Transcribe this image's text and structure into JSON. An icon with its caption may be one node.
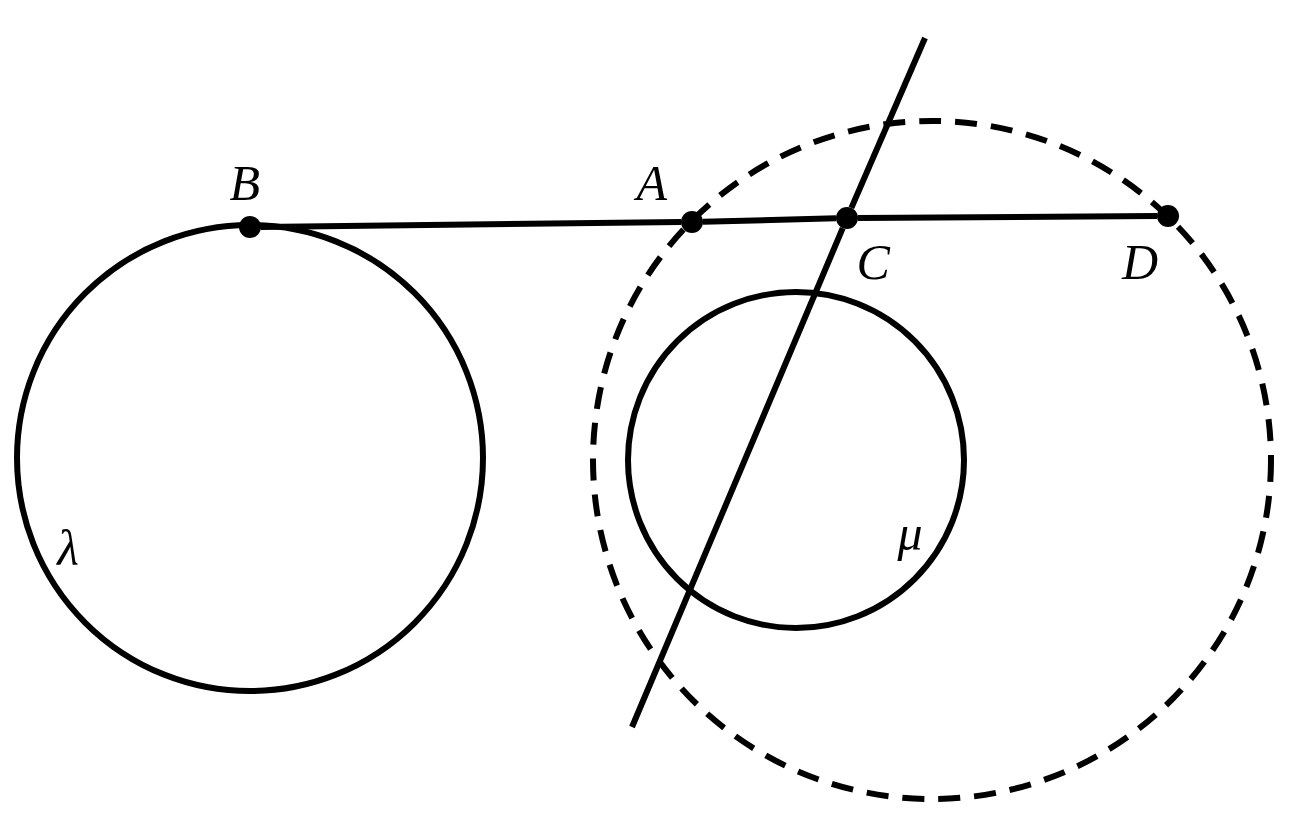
{
  "diagram": {
    "nodes": [
      {
        "text": [
          "B"
        ]
      },
      {
        "text": [
          "A"
        ]
      },
      {
        "text": [
          "C"
        ]
      },
      {
        "text": [
          "D"
        ]
      }
    ],
    "edges": [
      {
        "from": 0,
        "to": 1,
        "arrow": "none"
      },
      {
        "from": 1,
        "to": 2,
        "arrow": "none"
      },
      {
        "from": 2,
        "to": 3,
        "arrow": "none"
      },
      {
        "from": null,
        "to": 2,
        "arrow": "none"
      },
      {
        "from": 2,
        "to": null,
        "arrow": "none"
      }
    ],
    "labels": [
      "μ",
      "λ"
    ]
  }
}
